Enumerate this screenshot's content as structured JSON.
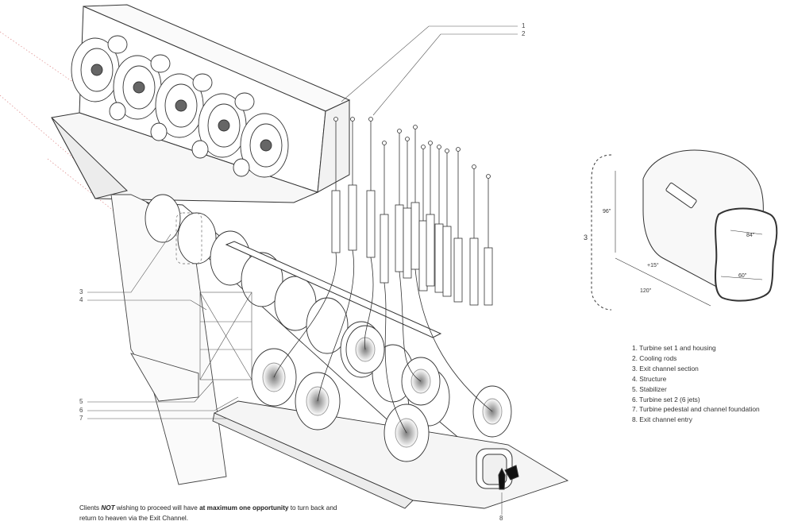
{
  "callouts": {
    "c1": "1",
    "c2": "2",
    "c3": "3",
    "c4": "4",
    "c5": "5",
    "c6": "6",
    "c7": "7",
    "c8": "8"
  },
  "legend": [
    "1. Turbine set 1 and housing",
    "2. Cooling rods",
    "3. Exit channel section",
    "4. Structure",
    "5. Stabilizer",
    "6. Turbine set 2 (6 jets)",
    "7. Turbine pedestal and channel foundation",
    "8. Exit channel entry"
  ],
  "section": {
    "label": "3",
    "dim_height": "96\"",
    "dim_top_width": "84\"",
    "dim_bottom_width": "60\"",
    "dim_angle": "+15°",
    "dim_length": "120\""
  },
  "caption": {
    "part1": "Clients ",
    "not": "NOT",
    "part2": " wishing to proceed will have ",
    "bold": "at maximum one opportunity",
    "part3": " to turn back and return to heaven via the Exit Channel."
  }
}
